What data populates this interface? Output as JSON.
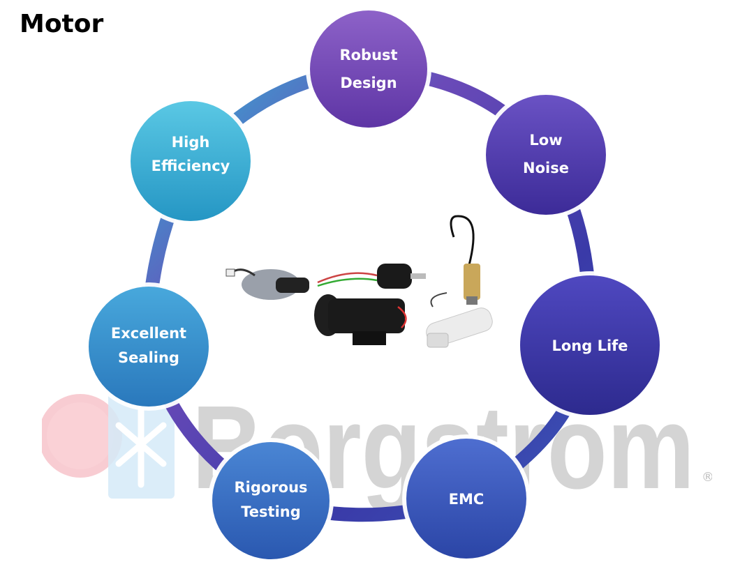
{
  "title": "Motor",
  "watermark": {
    "text": "Borgstrom",
    "registered_mark": "®",
    "logo_icons": [
      "sun-icon",
      "snowflake-icon"
    ]
  },
  "colors": {
    "purple": "#7848b8",
    "indigo": "#4a3aa8",
    "blue": "#3158b8",
    "cyan": "#2ea8d0",
    "watermark_gray": "#d4d4d4",
    "sun_pink": "#f7c3ca",
    "snow_blue": "#cfe6f7"
  },
  "nodes": [
    {
      "id": "robust-design",
      "lines": [
        "Robust",
        "Design"
      ]
    },
    {
      "id": "low-noise",
      "lines": [
        "Low",
        "Noise"
      ]
    },
    {
      "id": "long-life",
      "lines": [
        "Long Life"
      ]
    },
    {
      "id": "emc",
      "lines": [
        "EMC"
      ]
    },
    {
      "id": "rigorous-testing",
      "lines": [
        "Rigorous",
        "Testing"
      ]
    },
    {
      "id": "excellent-sealing",
      "lines": [
        "Excellent",
        "Sealing"
      ]
    },
    {
      "id": "high-efficiency",
      "lines": [
        "High",
        "Efficiency"
      ]
    }
  ],
  "products": [
    "wiper-motor",
    "blower-motor",
    "solenoid-actuator",
    "dc-gear-motor",
    "white-motor"
  ]
}
